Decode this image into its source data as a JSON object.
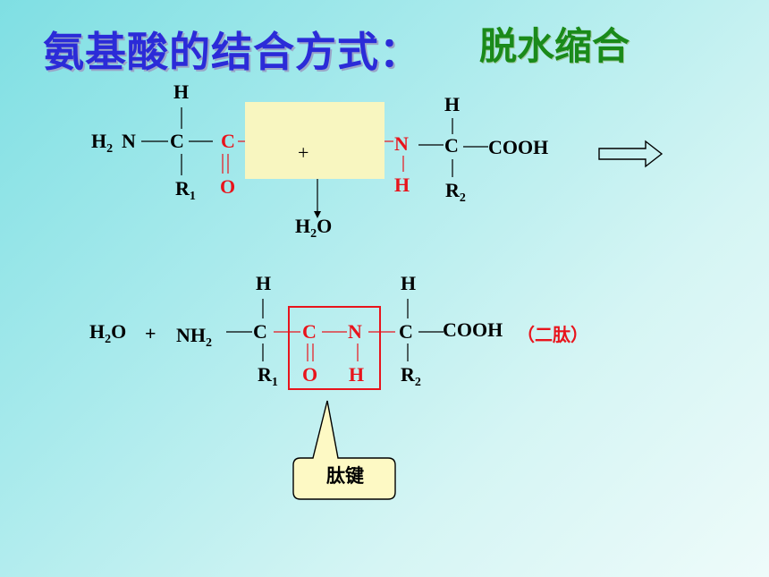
{
  "title": "氨基酸的结合方式：",
  "subtitle": "脱水缩合",
  "reaction1": {
    "h_top1": "H",
    "h2": "H",
    "h2_sub": "2",
    "n1": "N",
    "c1": "C",
    "r1": "R",
    "r1_sub": "1",
    "c_red": "C",
    "o_red": "O",
    "plus": "+",
    "n_red": "N",
    "h_red": "H",
    "h_top2": "H",
    "c2": "C",
    "cooh": "COOH",
    "r2": "R",
    "r2_sub": "2",
    "water_h": "H",
    "water_sub": "2",
    "water_o": "O"
  },
  "reaction2": {
    "water_h": "H",
    "water_sub": "2",
    "water_o": "O",
    "plus": "+",
    "nh": "NH",
    "nh_sub": "2",
    "h_top1": "H",
    "c1": "C",
    "r1": "R",
    "r1_sub": "1",
    "c_red": "C",
    "n_red": "N",
    "o_red": "O",
    "h_red": "H",
    "h_top2": "H",
    "c2": "C",
    "cooh": "COOH",
    "r2": "R",
    "r2_sub": "2",
    "dipeptide_label": "（二肽）"
  },
  "callout": {
    "label": "肽键"
  },
  "colors": {
    "title": "#2b2bd8",
    "subtitle": "#1a8a1a",
    "highlight": "#e8141c",
    "yellow_box": "#f8f6c0",
    "callout_fill": "#fdf9c4"
  }
}
